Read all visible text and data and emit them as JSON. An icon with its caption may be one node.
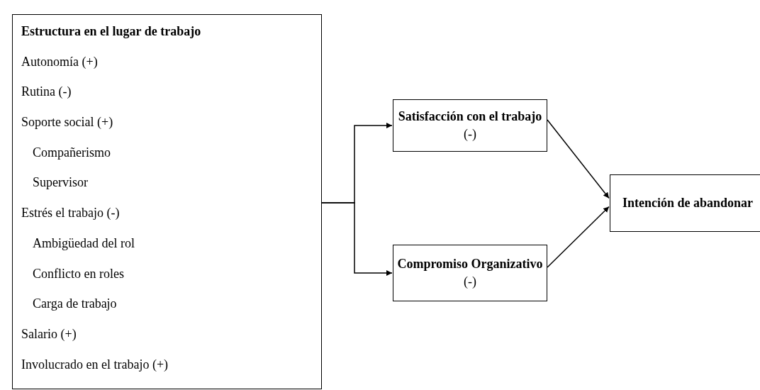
{
  "diagram": {
    "nodes": [
      {
        "text": [
          "Estructura en el lugar de trabajo",
          "Autonomía (+)",
          "Rutina (-)",
          "Soporte social (+)",
          "Compañerismo",
          "Supervisor",
          "Estrés el trabajo (-)",
          "Ambigüedad del rol",
          "Conflicto en roles",
          "Carga de trabajo",
          "Salario (+)",
          "Involucrado en el trabajo (+)"
        ]
      },
      {
        "text": [
          "**Satisfacción con el trabajo** (-)"
        ]
      },
      {
        "text": [
          "**Compromiso Organizativo** (-)"
        ]
      },
      {
        "text": [
          "Intención de abandonar"
        ]
      }
    ],
    "edges": [
      {
        "from": 0,
        "to": 1,
        "arrow": "to"
      },
      {
        "from": 0,
        "to": 2,
        "arrow": "to"
      },
      {
        "from": 1,
        "to": 3,
        "arrow": "to"
      },
      {
        "from": 2,
        "to": 3,
        "arrow": "to"
      }
    ]
  }
}
